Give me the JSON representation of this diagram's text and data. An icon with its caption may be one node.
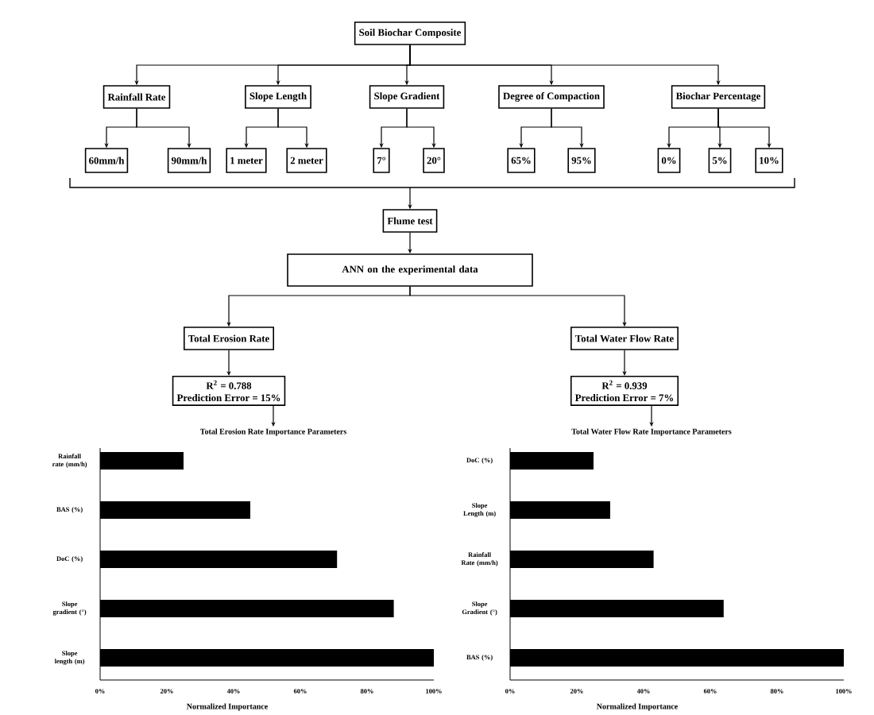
{
  "diagram": {
    "nodes": [
      {
        "text": [
          "Soil Biochar Composite"
        ]
      },
      {
        "text": [
          "Rainfall Rate"
        ]
      },
      {
        "text": [
          "Slope Length"
        ]
      },
      {
        "text": [
          "Slope Gradient"
        ]
      },
      {
        "text": [
          "Degree of Compaction"
        ]
      },
      {
        "text": [
          "Biochar Percentage"
        ]
      },
      {
        "text": [
          "60mm/h"
        ]
      },
      {
        "text": [
          "90mm/h"
        ]
      },
      {
        "text": [
          "1 meter"
        ]
      },
      {
        "text": [
          "2 meter"
        ]
      },
      {
        "text": [
          "7°"
        ]
      },
      {
        "text": [
          "20°"
        ]
      },
      {
        "text": [
          "65%"
        ]
      },
      {
        "text": [
          "95%"
        ]
      },
      {
        "text": [
          "0%"
        ]
      },
      {
        "text": [
          "5%"
        ]
      },
      {
        "text": [
          "10%"
        ]
      },
      {
        "text": [
          "Flume test"
        ]
      },
      {
        "text": [
          "ANN on the experimental data"
        ]
      },
      {
        "text": [
          "Total Erosion Rate"
        ]
      },
      {
        "text": [
          "Total Water Flow Rate"
        ]
      },
      {
        "text": [
          "R$^{2}$ = 0.788",
          "Prediction Error = 15%"
        ]
      },
      {
        "text": [
          "R$^{2}$ = 0.939",
          "Prediction Error = 7%"
        ]
      },
      {
        "text": [
          "Total Erosion Rate Importance Parameters"
        ]
      },
      {
        "text": [
          "Total Water Flow Rate Importance Parameters"
        ]
      }
    ],
    "edges": [
      {
        "from": 0,
        "to": 1,
        "arrow": "to"
      },
      {
        "from": 0,
        "to": 2,
        "arrow": "to"
      },
      {
        "from": 0,
        "to": 3,
        "arrow": "to"
      },
      {
        "from": 0,
        "to": 4,
        "arrow": "to"
      },
      {
        "from": 0,
        "to": 5,
        "arrow": "to"
      },
      {
        "from": 1,
        "to": 6,
        "arrow": "to"
      },
      {
        "from": 1,
        "to": 7,
        "arrow": "to"
      },
      {
        "from": 2,
        "to": 8,
        "arrow": "to"
      },
      {
        "from": 2,
        "to": 9,
        "arrow": "to"
      },
      {
        "from": 3,
        "to": 10,
        "arrow": "to"
      },
      {
        "from": 3,
        "to": 11,
        "arrow": "to"
      },
      {
        "from": 4,
        "to": 12,
        "arrow": "to"
      },
      {
        "from": 4,
        "to": 13,
        "arrow": "to"
      },
      {
        "from": 5,
        "to": 14,
        "arrow": "to"
      },
      {
        "from": 5,
        "to": 15,
        "arrow": "to"
      },
      {
        "from": 5,
        "to": 16,
        "arrow": "to"
      },
      {
        "from": null,
        "to": 17,
        "arrow": "to"
      },
      {
        "from": 17,
        "to": 18,
        "arrow": "to"
      },
      {
        "from": 18,
        "to": 19,
        "arrow": "to"
      },
      {
        "from": 18,
        "to": 20,
        "arrow": "to"
      },
      {
        "from": 19,
        "to": 21,
        "arrow": "to"
      },
      {
        "from": 20,
        "to": 22,
        "arrow": "to"
      },
      {
        "from": 21,
        "to": 23,
        "arrow": "to"
      },
      {
        "from": 22,
        "to": 24,
        "arrow": "to"
      }
    ],
    "chart_data": [
      {
        "type": "bar",
        "orientation": "horizontal",
        "xlabel": "Normalized Importance",
        "categories": [
          "Rainfall rate (mm/h)",
          "BAS (%)",
          "DoC (%)",
          "Slope gradient (°)",
          "Slope length (m)"
        ],
        "values": [
          25,
          45,
          71,
          88,
          100
        ],
        "xlim": [
          0,
          100
        ],
        "xticks": [
          {
            "value": 0,
            "label": "0%"
          },
          {
            "value": 20,
            "label": "20%"
          },
          {
            "value": 40,
            "label": "40%"
          },
          {
            "value": 60,
            "label": "60%"
          },
          {
            "value": 80,
            "label": "80%"
          },
          {
            "value": 100,
            "label": "100%"
          }
        ]
      },
      {
        "type": "bar",
        "orientation": "horizontal",
        "xlabel": "Normalized Importance",
        "categories": [
          "DoC (%)",
          "Slope Length (m)",
          "Rainfall Rate (mm/h)",
          "Slope Gradient (°)",
          "BAS (%)"
        ],
        "values": [
          25,
          30,
          43,
          64,
          100
        ],
        "xlim": [
          0,
          100
        ],
        "xticks": [
          {
            "value": 0,
            "label": "0%"
          },
          {
            "value": 20,
            "label": "20%"
          },
          {
            "value": 40,
            "label": "40%"
          },
          {
            "value": 60,
            "label": "60%"
          },
          {
            "value": 80,
            "label": "80%"
          },
          {
            "value": 100,
            "label": "100%"
          }
        ]
      }
    ]
  }
}
